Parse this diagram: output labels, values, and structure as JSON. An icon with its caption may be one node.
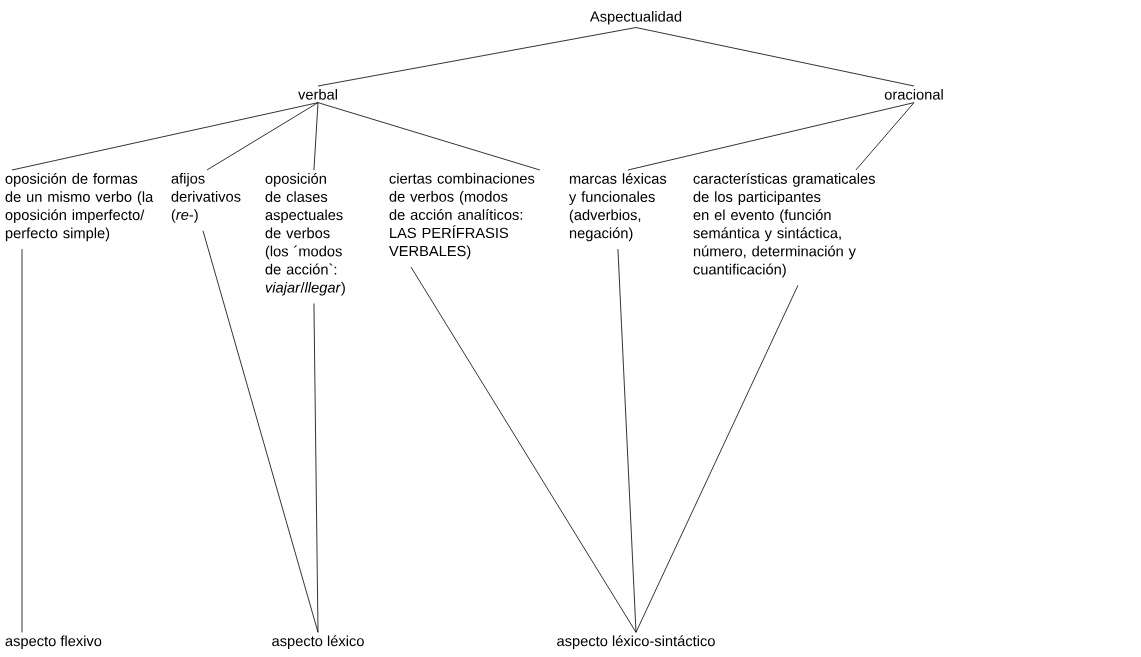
{
  "diagram": {
    "nodes": [
      {
        "text": [
          "Aspectualidad"
        ]
      },
      {
        "text": [
          "verbal"
        ]
      },
      {
        "text": [
          "oracional"
        ]
      },
      {
        "text": [
          "oposición de formas de un mismo verbo (la oposición imperfecto/ perfecto simple)"
        ]
      },
      {
        "text": [
          "afijos derivativos (*re*-)"
        ]
      },
      {
        "text": [
          "oposición de clases aspectuales de verbos (los ´modos de acción`: *viajar*/*llegar*)"
        ]
      },
      {
        "text": [
          "ciertas combinaciones de verbos (modos de acción analíticos: LAS PERÍFRASIS VERBALES)"
        ]
      },
      {
        "text": [
          "marcas léxicas y funcionales (adverbios, negación)"
        ]
      },
      {
        "text": [
          "características gramaticales de los participantes en el evento (función semántica y sintáctica, número, determinación y cuantificación)"
        ]
      },
      {
        "text": [
          "aspecto flexivo"
        ]
      },
      {
        "text": [
          "aspecto léxico"
        ]
      },
      {
        "text": [
          "aspecto léxico-sintáctico"
        ]
      }
    ],
    "edges": [
      {
        "from": 0,
        "to": 1,
        "arrow": "none"
      },
      {
        "from": 0,
        "to": 2,
        "arrow": "none"
      },
      {
        "from": 1,
        "to": 3,
        "arrow": "none"
      },
      {
        "from": 1,
        "to": 4,
        "arrow": "none"
      },
      {
        "from": 1,
        "to": 5,
        "arrow": "none"
      },
      {
        "from": 1,
        "to": 6,
        "arrow": "none"
      },
      {
        "from": 2,
        "to": 7,
        "arrow": "none"
      },
      {
        "from": 2,
        "to": 8,
        "arrow": "none"
      },
      {
        "from": 3,
        "to": 9,
        "arrow": "none"
      },
      {
        "from": 4,
        "to": 10,
        "arrow": "none"
      },
      {
        "from": 5,
        "to": 10,
        "arrow": "none"
      },
      {
        "from": 6,
        "to": 11,
        "arrow": "none"
      },
      {
        "from": 7,
        "to": 11,
        "arrow": "none"
      },
      {
        "from": 8,
        "to": 11,
        "arrow": "none"
      }
    ]
  }
}
